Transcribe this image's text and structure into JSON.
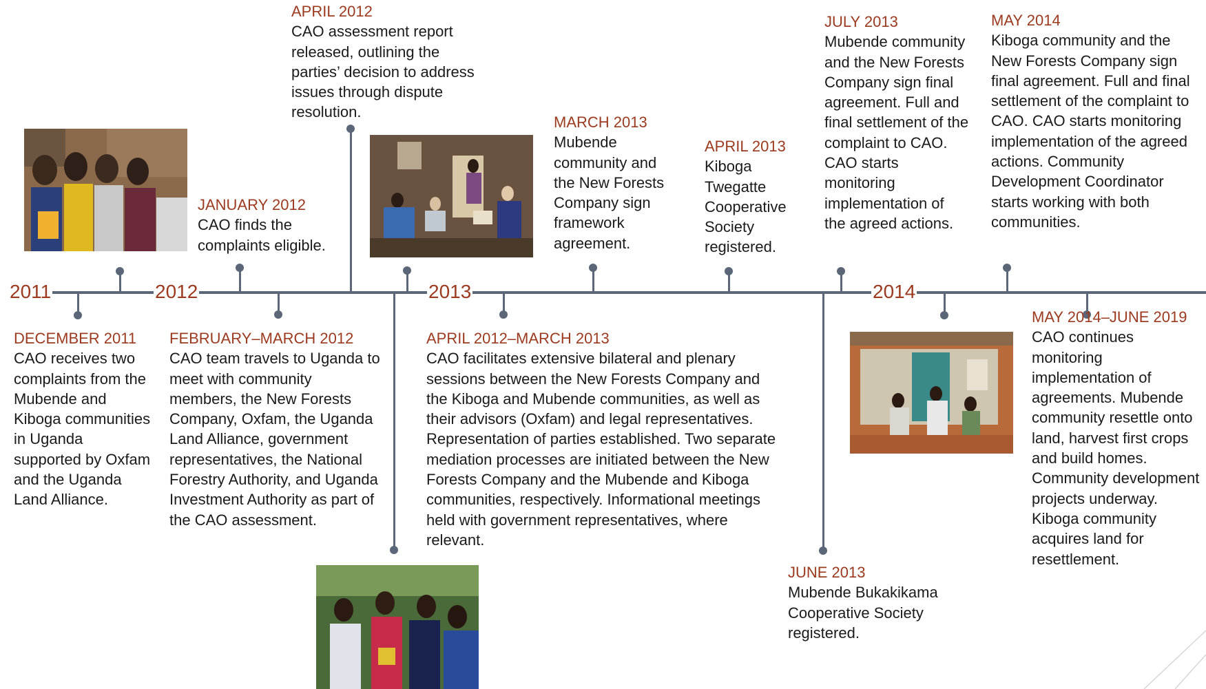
{
  "years": [
    "2011",
    "2012",
    "2013",
    "2014"
  ],
  "events": [
    {
      "id": "dec-2011",
      "date": "DECEMBER 2011",
      "text": "CAO receives two complaints from the Mubende and Kiboga communities in Uganda supported by Oxfam and the Uganda Land Alliance."
    },
    {
      "id": "jan-2012",
      "date": "JANUARY 2012",
      "text": "CAO finds the complaints eligible."
    },
    {
      "id": "feb-mar-2012",
      "date": "FEBRUARY–MARCH 2012",
      "text": "CAO team travels to Uganda to meet with community members, the New Forests Company, Oxfam, the Uganda Land Alliance, government representatives, the National Forestry Authority, and Uganda Investment Authority as part of the CAO assessment."
    },
    {
      "id": "apr-2012",
      "date": "APRIL 2012",
      "text": "CAO assessment report released, outlining the parties’ decision to address issues through dispute resolution."
    },
    {
      "id": "apr-2012-mar-2013",
      "date": "APRIL 2012–MARCH 2013",
      "text": "CAO facilitates extensive bilateral and plenary sessions between the New Forests Company and the Kiboga and Mubende communities, as well as their advisors (Oxfam) and legal representatives. Representation of parties established. Two separate mediation processes are initiated between the New Forests Company and the Mubende and Kiboga communities, respectively. Informational meetings held with government representatives, where relevant."
    },
    {
      "id": "mar-2013",
      "date": "MARCH 2013",
      "text": "Mubende community and the New Forests Company sign framework agreement."
    },
    {
      "id": "apr-2013",
      "date": "APRIL 2013",
      "text": "Kiboga Twegatte Cooperative Society registered."
    },
    {
      "id": "jun-2013",
      "date": "JUNE 2013",
      "text": "Mubende Bukakikama Cooperative Society registered."
    },
    {
      "id": "jul-2013",
      "date": "JULY 2013",
      "text": "Mubende community  and the New Forests Company sign final agreement. Full and final settlement of the complaint to CAO. CAO starts monitoring implementation of the agreed actions."
    },
    {
      "id": "may-2014",
      "date": "MAY 2014",
      "text": "Kiboga community  and the New Forests Company sign final agreement. Full and final settlement of the  complaint  to CAO. CAO starts monitoring implementation of the agreed actions. Community Development Coordinator starts working with both communities."
    },
    {
      "id": "may-2014-jun-2019",
      "date": "MAY 2014–JUNE 2019",
      "text": "CAO continues monitoring implementation of agreements. Mubende community resettle onto land, harvest first crops and build homes. Community development projects underway. Kiboga community acquires land for resettlement."
    }
  ],
  "photos": [
    "community-gathering-photo",
    "indoor-meeting-photo",
    "group-meeting-photo",
    "building-visit-photo"
  ],
  "colors": {
    "date": "#9b3a1f",
    "line": "#5b6778",
    "text": "#1a1a1a"
  }
}
